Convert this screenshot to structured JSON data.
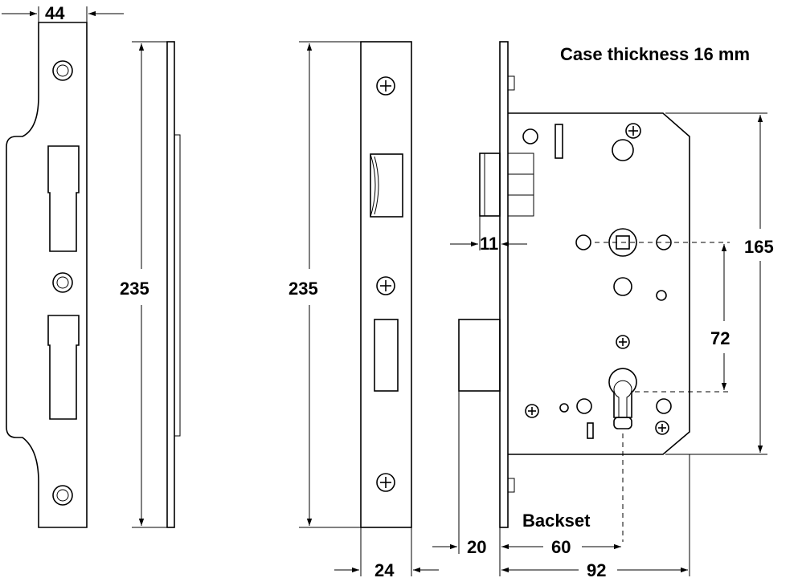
{
  "notes": {
    "case_thickness": "Case thickness 16 mm",
    "backset": "Backset"
  },
  "dimensions": {
    "strike_width": "44",
    "strike_height": "235",
    "forend_height": "235",
    "forend_width": "24",
    "latch_projection": "11",
    "deadbolt_projection": "20",
    "backset": "60",
    "overall_depth": "92",
    "case_height": "165",
    "centre_distance": "72"
  }
}
